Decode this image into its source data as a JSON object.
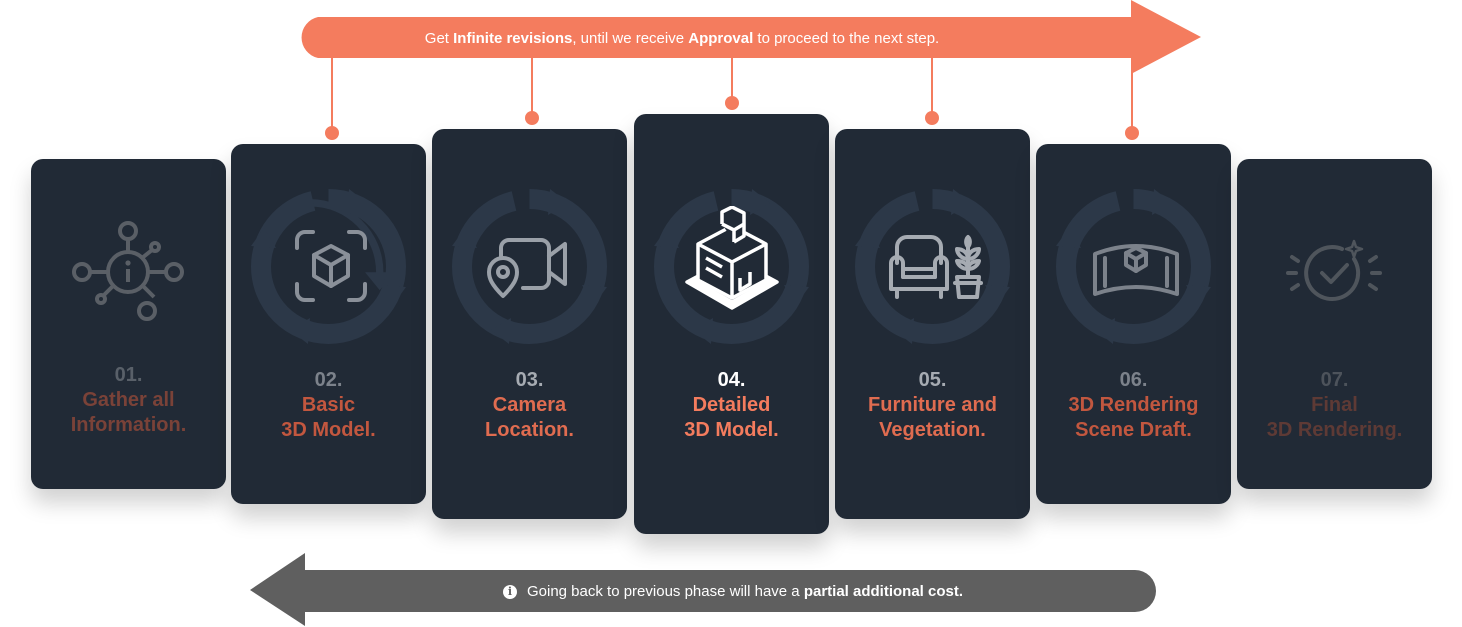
{
  "top_banner": {
    "parts": [
      "Get ",
      "Infinite revisions",
      ", until we receive ",
      "Approval",
      " to proceed to the next step."
    ]
  },
  "bottom_banner": {
    "info_icon": "i",
    "parts": [
      "Going back to previous phase will have a ",
      "partial additional cost."
    ]
  },
  "steps": [
    {
      "number": "01.",
      "line1": "Gather all",
      "line2": "Information.",
      "icon": "info-network-icon"
    },
    {
      "number": "02.",
      "line1": "Basic",
      "line2": "3D Model.",
      "icon": "ar-cube-icon"
    },
    {
      "number": "03.",
      "line1": "Camera",
      "line2": "Location.",
      "icon": "camera-location-icon"
    },
    {
      "number": "04.",
      "line1": "Detailed",
      "line2": "3D Model.",
      "icon": "building-model-icon"
    },
    {
      "number": "05.",
      "line1": "Furniture and",
      "line2": "Vegetation.",
      "icon": "armchair-plant-icon"
    },
    {
      "number": "06.",
      "line1": "3D Rendering",
      "line2": "Scene Draft.",
      "icon": "panorama-cube-icon"
    },
    {
      "number": "07.",
      "line1": "Final",
      "line2": "3D Rendering.",
      "icon": "check-sparkle-icon"
    }
  ],
  "colors": {
    "accent": "#f47c5e",
    "card": "#212a36",
    "cycle": "#2c3848",
    "bottom_arrow": "#5f5f5f"
  }
}
